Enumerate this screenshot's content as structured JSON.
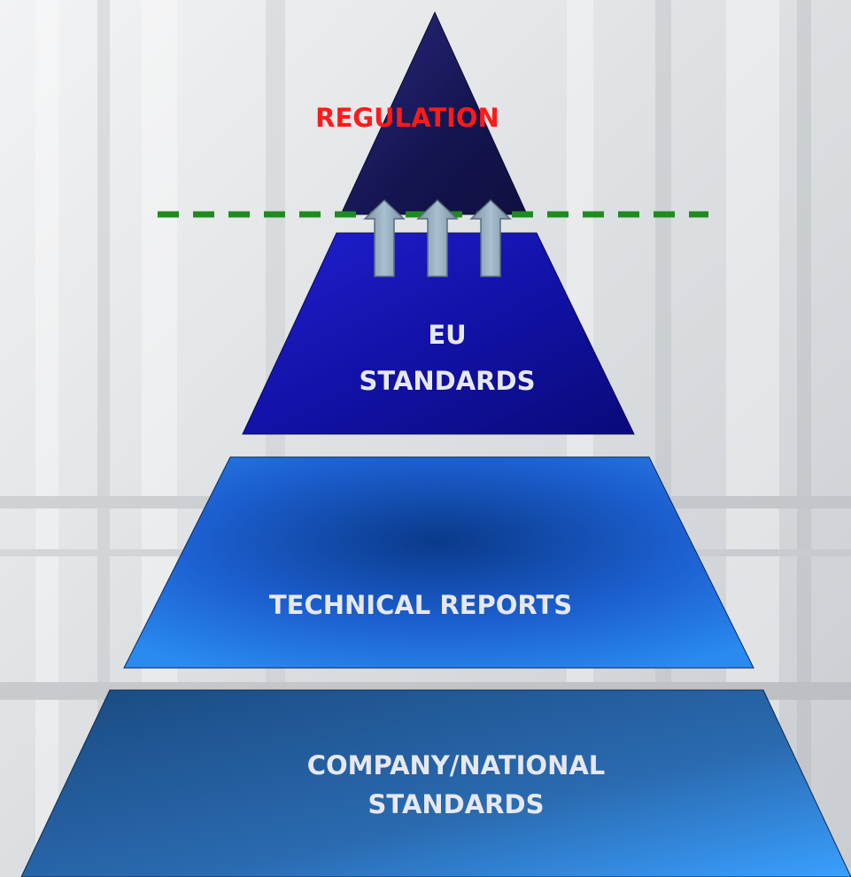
{
  "tiers": {
    "regulation": "REGULATION",
    "eu_line1": "EU",
    "eu_line2": "STANDARDS",
    "technical_reports": "TECHNICAL REPORTS",
    "company_line1": "COMPANY/NATIONAL",
    "company_line2": "STANDARDS"
  },
  "colors": {
    "regulation_text": "#ff1a1a",
    "tier_text": "#e6e8ef",
    "dashed_line": "#1f8a1f",
    "arrow_fill": "#8fa8b8",
    "tier1_fill": "#1e1e60",
    "tier2_fill": "#1a1ab8",
    "tier3_fill": "#1f6ae0",
    "tier4_fill": "#2a6aaa"
  },
  "icons": [
    "up-arrow-icon",
    "up-arrow-icon",
    "up-arrow-icon"
  ]
}
